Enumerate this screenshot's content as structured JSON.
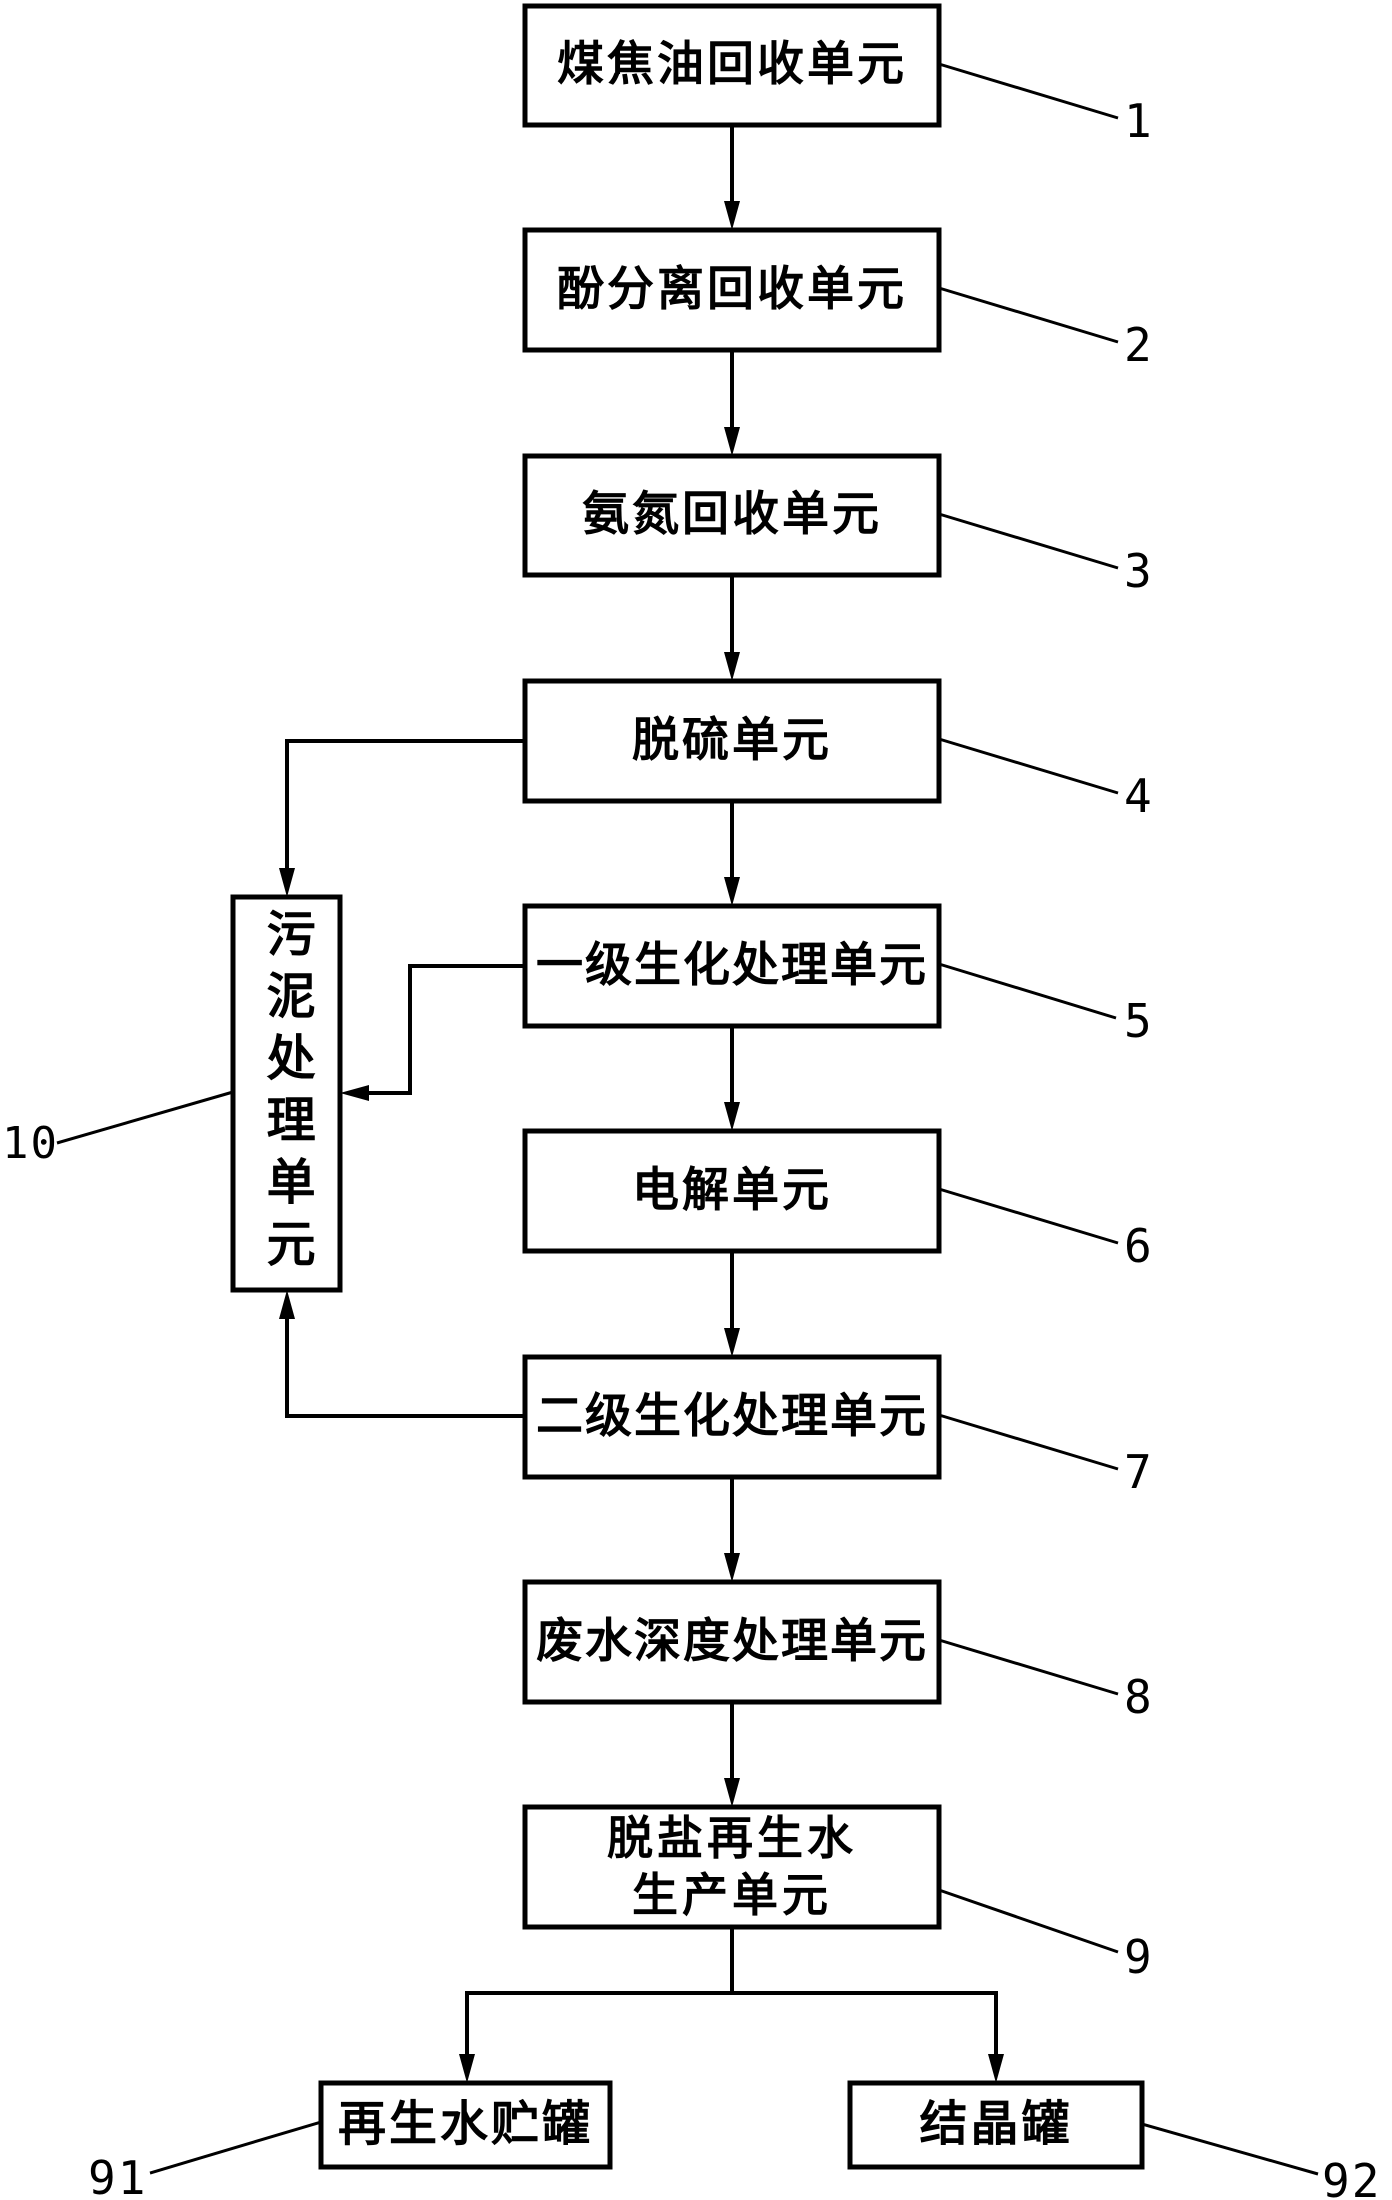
{
  "canvas": {
    "background": "#ffffff",
    "line_color": "#000000"
  },
  "flow_units": [
    {
      "ref": "1",
      "label": "煤焦油回收单元"
    },
    {
      "ref": "2",
      "label": "酚分离回收单元"
    },
    {
      "ref": "3",
      "label": "氨氮回收单元"
    },
    {
      "ref": "4",
      "label": "脱硫单元"
    },
    {
      "ref": "5",
      "label": "一级生化处理单元"
    },
    {
      "ref": "6",
      "label": "电解单元"
    },
    {
      "ref": "7",
      "label": "二级生化处理单元"
    },
    {
      "ref": "8",
      "label": "废水深度处理单元"
    },
    {
      "ref": "9",
      "label_line1": "脱盐再生水",
      "label_line2": "生产单元"
    }
  ],
  "sludge_unit": {
    "ref": "10",
    "label": "污泥处理单元"
  },
  "tanks": [
    {
      "ref": "91",
      "label": "再生水贮罐"
    },
    {
      "ref": "92",
      "label": "结晶罐"
    }
  ]
}
